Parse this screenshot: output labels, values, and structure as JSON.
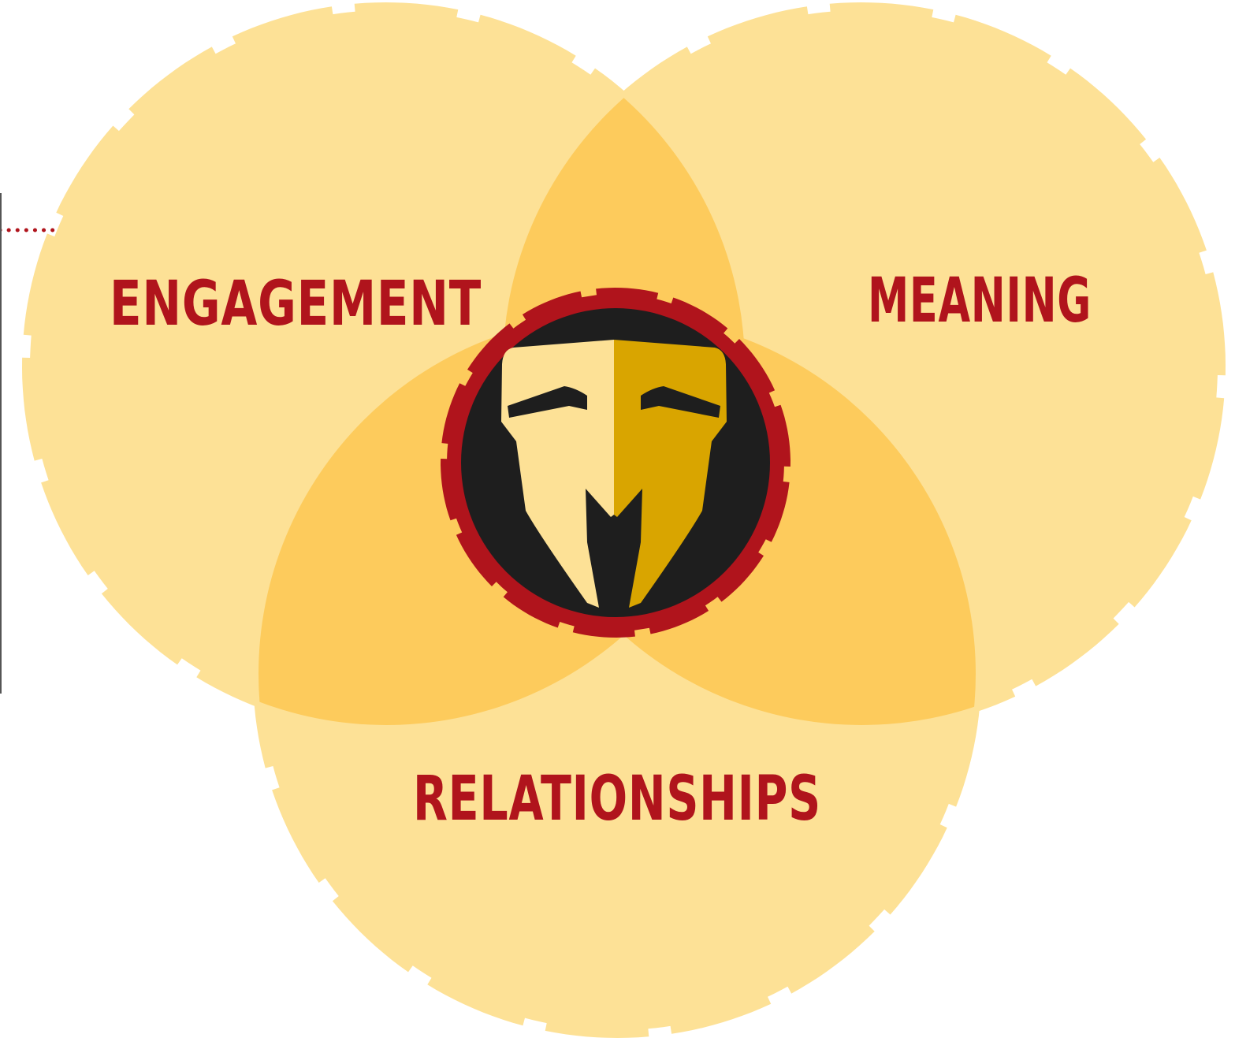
{
  "diagram": {
    "type": "venn",
    "colors": {
      "circle_fill": "#fde196",
      "overlap_fill": "#fdcb5c",
      "label_text": "#b0141c",
      "dotted_rule": "#b0141c",
      "emblem_ring": "#b0141c",
      "emblem_background": "#1e1e1e",
      "helmet_light": "#fde196",
      "helmet_dark": "#d9a500"
    },
    "circles": [
      {
        "id": "engagement",
        "label": "ENGAGEMENT"
      },
      {
        "id": "meaning",
        "label": "MEANING"
      },
      {
        "id": "relationships",
        "label": "RELATIONSHIPS"
      }
    ],
    "center_emblem": {
      "icon": "spartan-helmet-icon"
    }
  }
}
